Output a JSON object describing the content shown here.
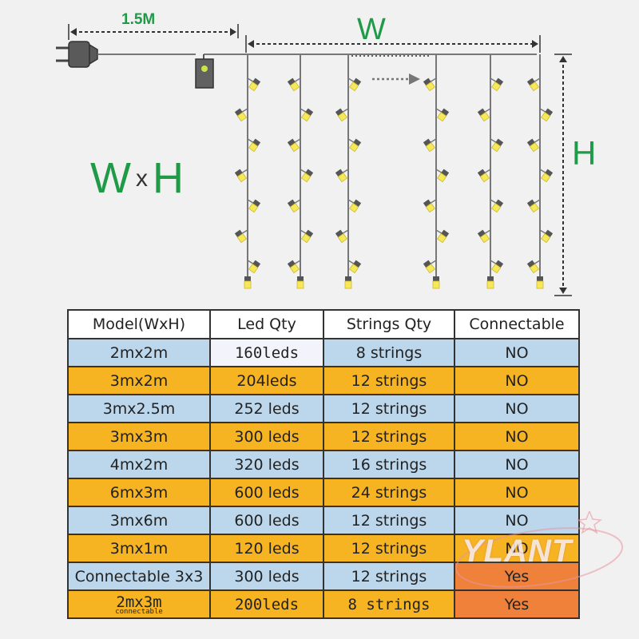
{
  "diagram": {
    "cable_length_label": "1.5M",
    "width_label": "W",
    "height_label": "H",
    "formula": {
      "w": "W",
      "x": "x",
      "h": "H"
    }
  },
  "colors": {
    "label_green": "#1f9a47",
    "row_blue": "#bcd7ec",
    "row_orange": "#f6b322",
    "yes_orange": "#f0813a",
    "led_yellow": "#f7e85a"
  },
  "table": {
    "headers": [
      "Model(WxH)",
      "Led Qty",
      "Strings Qty",
      "Connectable"
    ],
    "rows": [
      [
        "2mx2m",
        "160leds",
        "8 strings",
        "NO"
      ],
      [
        "3mx2m",
        "204leds",
        "12 strings",
        "NO"
      ],
      [
        "3mx2.5m",
        "252 leds",
        "12 strings",
        "NO"
      ],
      [
        "3mx3m",
        "300 leds",
        "12 strings",
        "NO"
      ],
      [
        "4mx2m",
        "320 leds",
        "16 strings",
        "NO"
      ],
      [
        "6mx3m",
        "600 leds",
        "24 strings",
        "NO"
      ],
      [
        "3mx6m",
        "600 leds",
        "12 strings",
        "NO"
      ],
      [
        "3mx1m",
        "120 leds",
        "12 strings",
        "NO"
      ],
      [
        "Connectable 3x3",
        "300 leds",
        "12 strings",
        "Yes"
      ],
      [
        "2mx3m",
        "200leds",
        "8 strings",
        "Yes"
      ]
    ],
    "last_row_sub": "connectable"
  },
  "watermark": "YLANT"
}
